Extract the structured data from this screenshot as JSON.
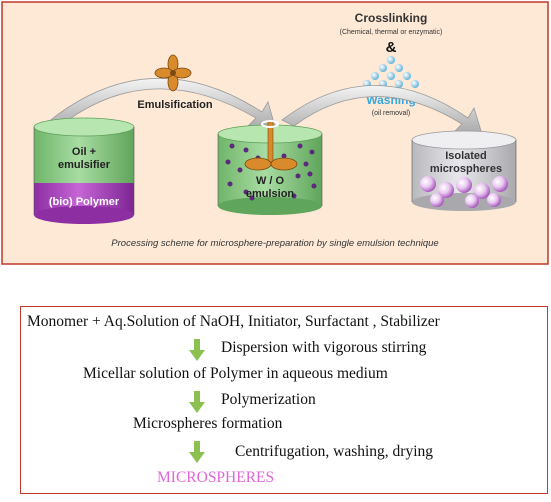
{
  "diagram": {
    "crosslinking_title": "Crosslinking",
    "crosslinking_sub": "(Chemical, thermal or enzymatic)",
    "ampersand": "&",
    "emulsification_label": "Emulsification",
    "washing_label": "Washing",
    "washing_sub": "(oil removal)",
    "vessel1_top_label_1": "Oil +",
    "vessel1_top_label_2": "emulsifier",
    "vessel1_bottom_label": "(bio) Polymer",
    "vessel2_label_1": "W / O",
    "vessel2_label_2": "emulsion",
    "vessel3_label_1": "Isolated",
    "vessel3_label_2": "microspheres",
    "caption": "Processing scheme for microsphere-preparation by single emulsion technique",
    "colors": {
      "panel_bg": "#fde9d6",
      "panel_border": "#c0392b",
      "green": "#8fcf8a",
      "purple": "#b34fc4",
      "washing_blue": "#3aa8e0",
      "arrow_grey": "#9a9a9a"
    }
  },
  "flow": {
    "step1": "Monomer  + Aq.Solution of NaOH,  Initiator, Surfactant , Stabilizer",
    "process1": "Dispersion with vigorous stirring",
    "step2": "Micellar solution of Polymer in aqueous medium",
    "process2": "Polymerization",
    "step3": "Microspheres formation",
    "process3": "Centrifugation, washing, drying",
    "final": "MICROSPHERES",
    "colors": {
      "arrow_green": "#8cc152",
      "final_text": "#e066d8"
    }
  }
}
